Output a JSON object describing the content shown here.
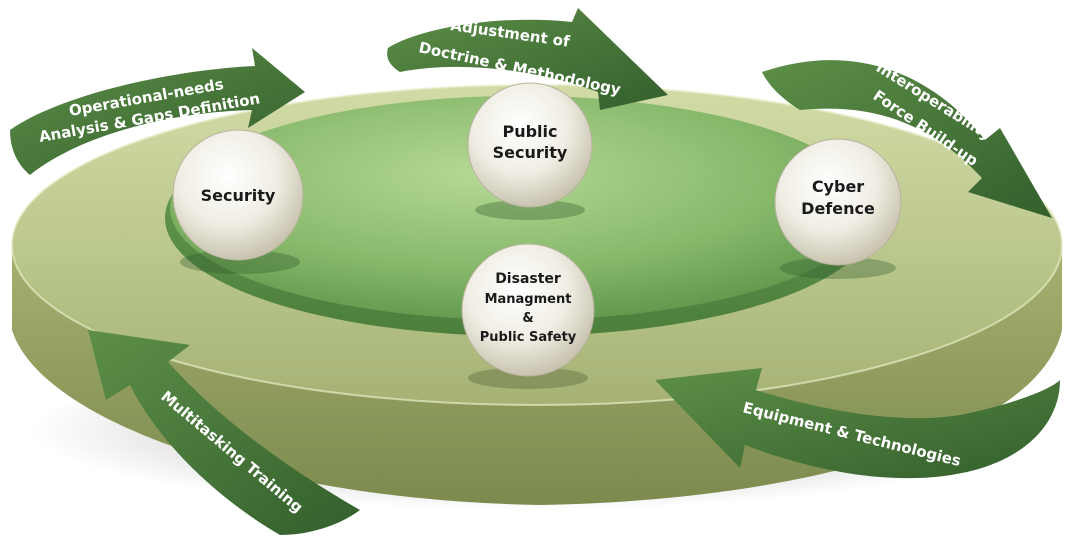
{
  "spheres": [
    {
      "id": "security",
      "lines": [
        "Security"
      ]
    },
    {
      "id": "public-security",
      "lines": [
        "Public",
        "Security"
      ]
    },
    {
      "id": "cyber-defence",
      "lines": [
        "Cyber",
        "Defence"
      ]
    },
    {
      "id": "disaster",
      "lines": [
        "Disaster",
        "Managment",
        "&",
        "Public Safety"
      ]
    }
  ],
  "arrows": [
    {
      "id": "operational-needs",
      "lines": [
        "Operational-needs",
        "Analysis & Gaps Definition"
      ]
    },
    {
      "id": "doctrine",
      "lines": [
        "Adjustment of",
        "Doctrine & Methodology"
      ]
    },
    {
      "id": "interoperability",
      "lines": [
        "Interoperability",
        "Force Build-up"
      ]
    },
    {
      "id": "equipment",
      "lines": [
        "Equipment & Technologies"
      ]
    },
    {
      "id": "training",
      "lines": [
        "Multitasking Training"
      ]
    }
  ],
  "colors": {
    "arrow": "#4a7a3a",
    "arrow_dark": "#2f5a2a",
    "platform_top_light": "#c9d39a",
    "platform_top_dark": "#9fae6a",
    "platform_side": "#8d9a5c",
    "inner_light": "#a5cf86",
    "inner_dark": "#5f9a4b",
    "sphere_light": "#fbfaf4",
    "sphere_dark": "#cfcab8"
  }
}
